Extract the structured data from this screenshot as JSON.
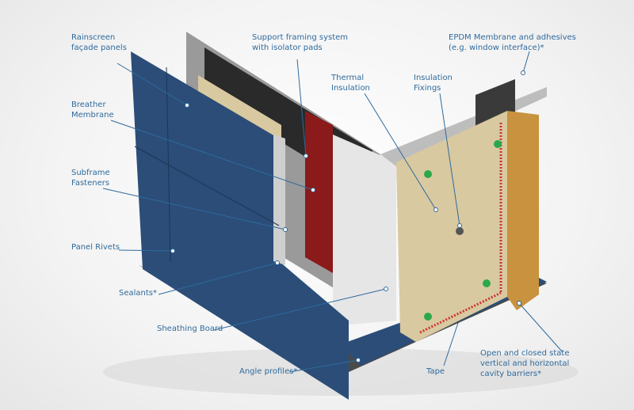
{
  "colors": {
    "label": "#2f6a9c",
    "panel": "#2b4d78",
    "insulation": "#d9c9a0",
    "membrane": "#8b1a1a",
    "barrier": "#c8923e",
    "sheathing": "#e8e8e8",
    "base": "#555555"
  },
  "labels": {
    "rainscreen": "Rainscreen\nfaçade panels",
    "breather": "Breather\nMembrane",
    "subframe": "Subframe\nFasteners",
    "rivets": "Panel Rivets",
    "sealants": "Sealants*",
    "sheathing": "Sheathing Board",
    "angle": "Angle profiles*",
    "support": "Support framing system\nwith isolator pads",
    "thermal": "Thermal\nInsulation",
    "fixings": "Insulation\nFixings",
    "epdm": "EPDM Membrane and adhesives\n(e.g. window interface)*",
    "tape": "Tape",
    "barriers": "Open and closed state\nvertical and horizontal\ncavity barriers*"
  }
}
